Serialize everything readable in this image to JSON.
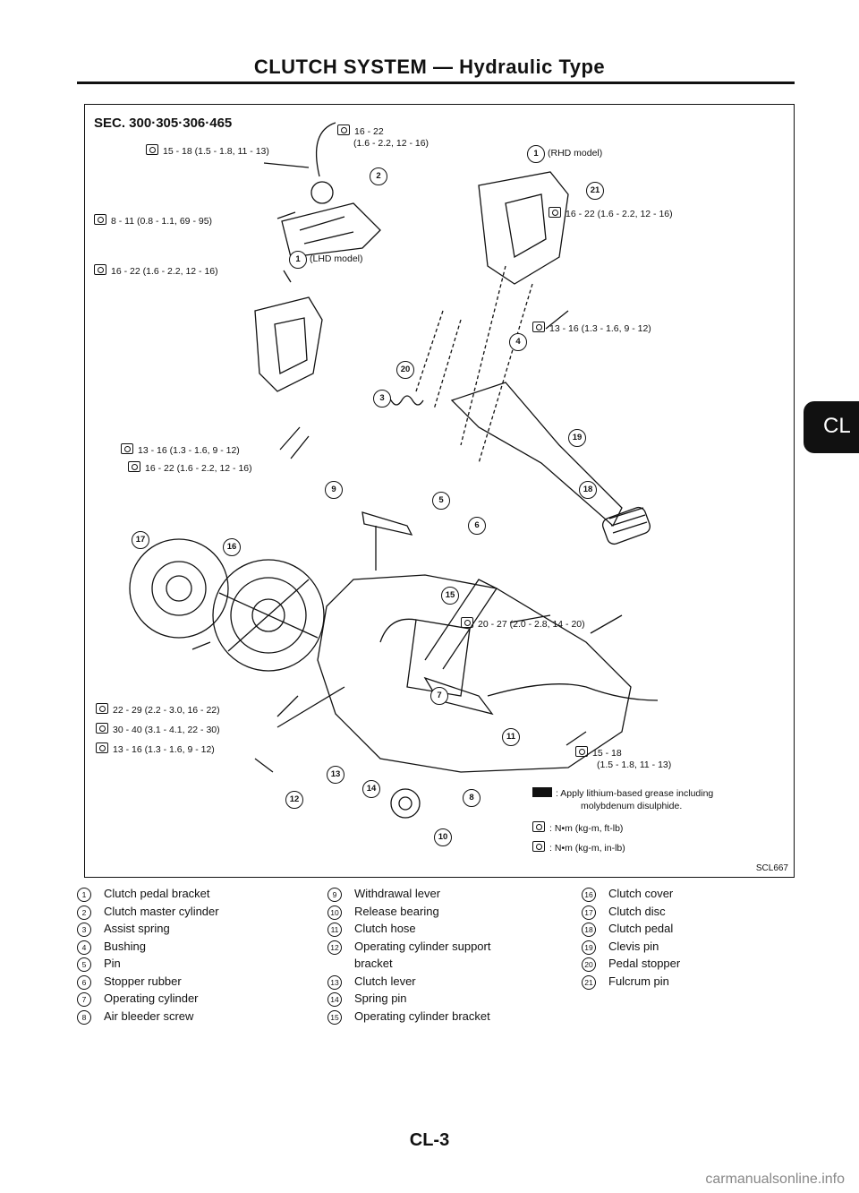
{
  "header": {
    "title": "CLUTCH SYSTEM — Hydraulic Type"
  },
  "diagram": {
    "sec": "SEC. 300·305·306·465",
    "torques": {
      "t1": "15 - 18 (1.5 - 1.8, 11 - 13)",
      "t2": "16 - 22",
      "t2b": "(1.6 - 2.2, 12 - 16)",
      "t3": "8 - 11 (0.8 - 1.1, 69 - 95)",
      "t4": "16 - 22 (1.6 - 2.2, 12 - 16)",
      "t5": "16 - 22 (1.6 - 2.2, 12 - 16)",
      "t6": "13 - 16 (1.3 - 1.6, 9 - 12)",
      "t7": "13 - 16 (1.3 - 1.6, 9 - 12)",
      "t8": "16 - 22 (1.6 - 2.2, 12 - 16)",
      "t9": "20 - 27 (2.0 - 2.8, 14 - 20)",
      "t10": "22 - 29 (2.2 - 3.0, 16 - 22)",
      "t11": "30 - 40 (3.1 - 4.1, 22 - 30)",
      "t12": "13 - 16 (1.3 - 1.6, 9 - 12)",
      "t13": "15 - 18",
      "t13b": "(1.5 - 1.8, 11 - 13)"
    },
    "rhd": "(RHD model)",
    "lhd": "(LHD model)",
    "legend": {
      "grease": ": Apply lithium-based grease including",
      "grease2": "molybdenum disulphide.",
      "nm_ft": ": N•m (kg-m, ft-lb)",
      "nm_in": ": N•m (kg-m, in-lb)"
    },
    "code": "SCL667"
  },
  "parts": {
    "col1": [
      {
        "n": "1",
        "label": "Clutch pedal bracket"
      },
      {
        "n": "2",
        "label": "Clutch master cylinder"
      },
      {
        "n": "3",
        "label": "Assist spring"
      },
      {
        "n": "4",
        "label": "Bushing"
      },
      {
        "n": "5",
        "label": "Pin"
      },
      {
        "n": "6",
        "label": "Stopper rubber"
      },
      {
        "n": "7",
        "label": "Operating cylinder"
      },
      {
        "n": "8",
        "label": "Air bleeder screw"
      }
    ],
    "col2": [
      {
        "n": "9",
        "label": "Withdrawal lever"
      },
      {
        "n": "10",
        "label": "Release bearing"
      },
      {
        "n": "11",
        "label": "Clutch hose"
      },
      {
        "n": "12",
        "label": "Operating cylinder support"
      },
      {
        "n": "",
        "label": "bracket"
      },
      {
        "n": "13",
        "label": "Clutch lever"
      },
      {
        "n": "14",
        "label": "Spring pin"
      },
      {
        "n": "15",
        "label": "Operating cylinder bracket"
      }
    ],
    "col3": [
      {
        "n": "16",
        "label": "Clutch cover"
      },
      {
        "n": "17",
        "label": "Clutch disc"
      },
      {
        "n": "18",
        "label": "Clutch pedal"
      },
      {
        "n": "19",
        "label": "Clevis pin"
      },
      {
        "n": "20",
        "label": "Pedal stopper"
      },
      {
        "n": "21",
        "label": "Fulcrum pin"
      }
    ]
  },
  "side_tab": "CL",
  "footer": {
    "page": "CL-3",
    "watermark": "carmanualsonline.info"
  }
}
